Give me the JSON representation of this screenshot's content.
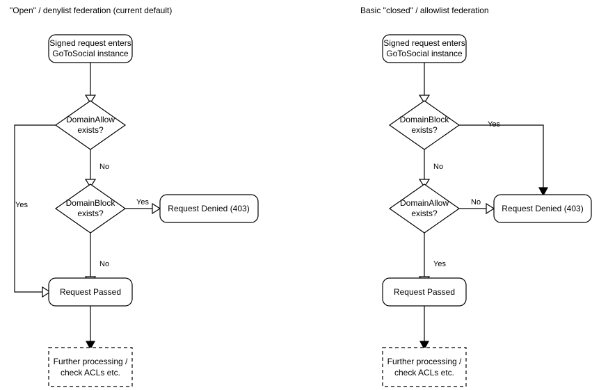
{
  "panels": [
    {
      "id": "open-denylist",
      "title": "\"Open\" / denylist federation (current default)",
      "nodes": {
        "entry": "Signed request enters\nGoToSocial instance",
        "entry_line1": "Signed request enters",
        "entry_line2": "GoToSocial instance",
        "decision1_line1": "DomainAllow",
        "decision1_line2": "exists?",
        "decision2_line1": "DomainBlock",
        "decision2_line2": "exists?",
        "denied": "Request Denied (403)",
        "passed": "Request Passed",
        "further_line1": "Further processing /",
        "further_line2": "check ACLs etc."
      },
      "edges": {
        "allow_yes": "Yes",
        "allow_no": "No",
        "block_yes": "Yes",
        "block_no": "No"
      }
    },
    {
      "id": "closed-allowlist",
      "title": "Basic \"closed\" / allowlist federation",
      "nodes": {
        "entry_line1": "Signed request enters",
        "entry_line2": "GoToSocial instance",
        "decision1_line1": "DomainBlock",
        "decision1_line2": "exists?",
        "decision2_line1": "DomainAllow",
        "decision2_line2": "exists?",
        "denied": "Request Denied (403)",
        "passed": "Request Passed",
        "further_line1": "Further processing /",
        "further_line2": "check ACLs etc."
      },
      "edges": {
        "block_yes": "Yes",
        "block_no": "No",
        "allow_no": "No",
        "allow_yes": "Yes"
      }
    }
  ],
  "colors": {
    "stroke": "#000000",
    "fill": "#ffffff",
    "text": "#000000",
    "background": "#ffffff"
  }
}
